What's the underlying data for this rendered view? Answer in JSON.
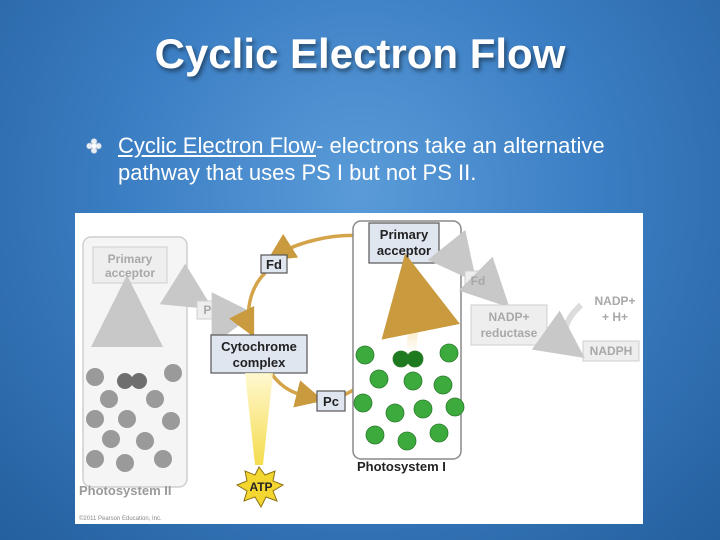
{
  "slide": {
    "title": "Cyclic Electron Flow",
    "bullet": {
      "term": "Cyclic Electron Flow",
      "rest": "- electrons take an alternative pathway that uses PS I but not PS II."
    }
  },
  "diagram": {
    "ps2": {
      "acceptor_line1": "Primary",
      "acceptor_line2": "acceptor",
      "name": "Photosystem II"
    },
    "ps1": {
      "acceptor_line1": "Primary",
      "acceptor_line2": "acceptor",
      "name": "Photosystem I"
    },
    "carriers": {
      "fd": "Fd",
      "fd_faded": "Fd",
      "pq": "Pq",
      "cyt_line1": "Cytochrome",
      "cyt_line2": "complex",
      "pc": "Pc",
      "atp": "ATP"
    },
    "nadp": {
      "reductase_line1": "NADP+",
      "reductase_line2": "reductase",
      "input_line1": "NADP+",
      "input_line2": "+ H+",
      "output": "NADPH"
    },
    "copyright": "©2011 Pearson Education, Inc."
  },
  "colors": {
    "background": "#3c7fc4",
    "active_box": "#dfe6f0",
    "faded_box": "#eeeeee",
    "cycle_arrow": "#d4a44a",
    "green_pigment": "#3daa3d",
    "gray_pigment": "#9a9a9a",
    "atp_star": "#f3d630"
  }
}
